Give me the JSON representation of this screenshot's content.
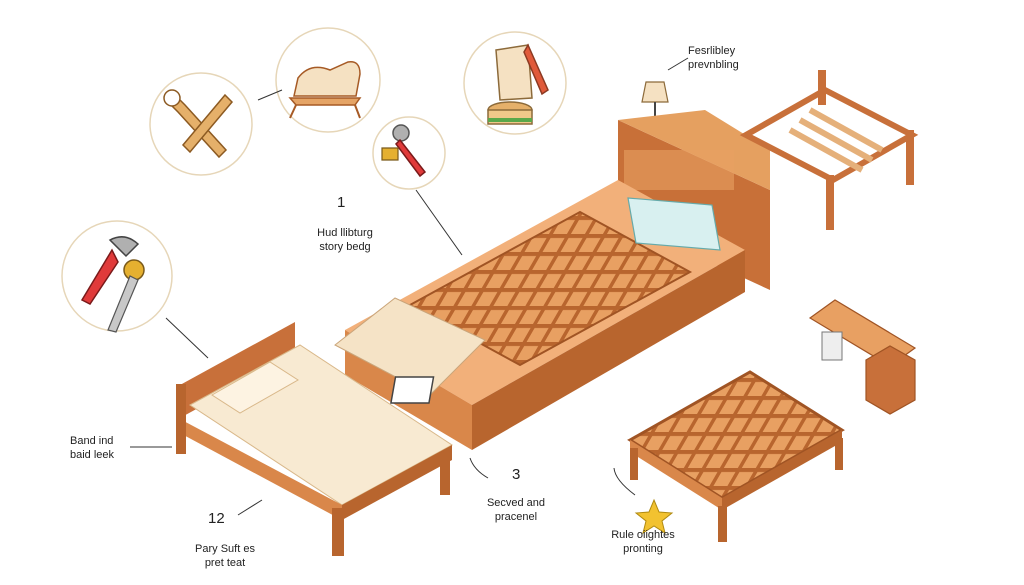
{
  "labels": {
    "top_right": [
      "Fesrlibley",
      "prevnbling"
    ],
    "step1_number": "1",
    "step1": [
      "Hud llibturg",
      "story bedg"
    ],
    "left_side": [
      "Band ind",
      "baid leek"
    ],
    "step3_number": "3",
    "step3": [
      "Secved and",
      "pracenel"
    ],
    "step12_number": "12",
    "step12": [
      "Pary Suft es",
      "pret teat"
    ],
    "bottom_right": [
      "Rule oiightes",
      "pronting"
    ]
  },
  "icons": [
    "chair-icon",
    "wrench-icon",
    "chair-bucket-icon",
    "wrench-key-icon",
    "wrench-key-large-icon",
    "lamp-icon",
    "bed-frame-icon",
    "desk-icon",
    "bed-grid-icon",
    "star-icon"
  ],
  "colors": {
    "wood": "#d9874a",
    "wood_dark": "#b8652e",
    "wood_light": "#f0b27a",
    "mattress": "#f8e8cf",
    "circle_outline": "#e6d6b8",
    "accent_red": "#e03a3a",
    "accent_yellow": "#f2c230"
  }
}
